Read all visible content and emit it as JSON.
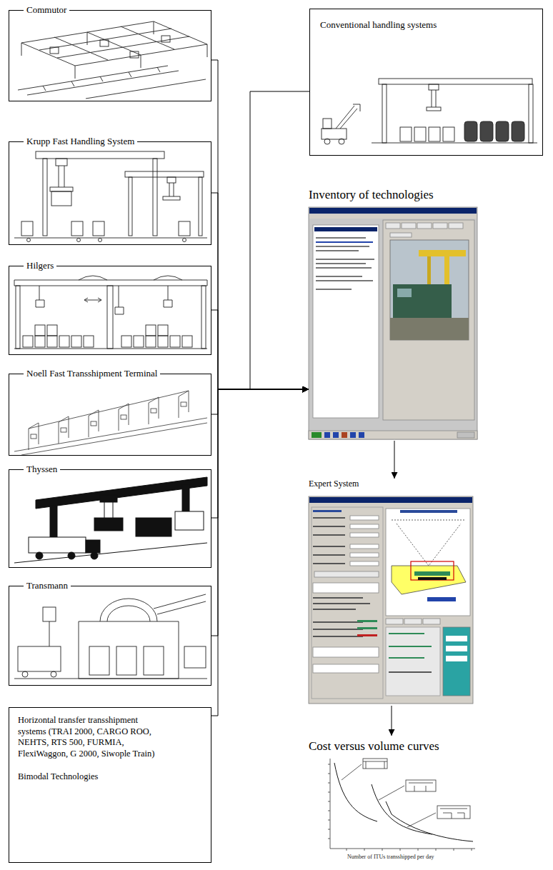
{
  "diagram": {
    "nodes": [
      {
        "text": [
          "Commutor"
        ]
      },
      {
        "text": [
          "Krupp Fast Handling System"
        ]
      },
      {
        "text": [
          "Hilgers"
        ]
      },
      {
        "text": [
          "Noell Fast Transshipment Terminal"
        ]
      },
      {
        "text": [
          "Thyssen"
        ]
      },
      {
        "text": [
          "Transmann"
        ]
      },
      {
        "text": [
          "Horizontal transfer transshipment systems (TRAI 2000, CARGO ROO, NEHTS, RTS 500, FURMIA, FlexiWaggon, G 2000, Siwople Train)",
          "Bimodal Technologies"
        ]
      },
      {
        "text": [
          "Conventional handling systems"
        ]
      },
      {
        "text": [
          "Inventory of technologies"
        ]
      },
      {
        "text": [
          "Expert System"
        ]
      },
      {
        "text": [
          "Cost versus volume curves"
        ]
      }
    ],
    "edges": [
      {
        "from": 0,
        "to": 8,
        "arrow": "to"
      },
      {
        "from": 1,
        "to": 8,
        "arrow": "to"
      },
      {
        "from": 2,
        "to": 8,
        "arrow": "to"
      },
      {
        "from": 3,
        "to": 8,
        "arrow": "to"
      },
      {
        "from": 4,
        "to": 8,
        "arrow": "to"
      },
      {
        "from": 5,
        "to": 8,
        "arrow": "to"
      },
      {
        "from": 6,
        "to": 8,
        "arrow": "to"
      },
      {
        "from": 7,
        "to": 8,
        "arrow": "to"
      },
      {
        "from": 8,
        "to": 9,
        "arrow": "to"
      },
      {
        "from": 9,
        "to": 10,
        "arrow": "to"
      }
    ],
    "labels": [
      "Number of ITUs transshipped per day"
    ]
  }
}
